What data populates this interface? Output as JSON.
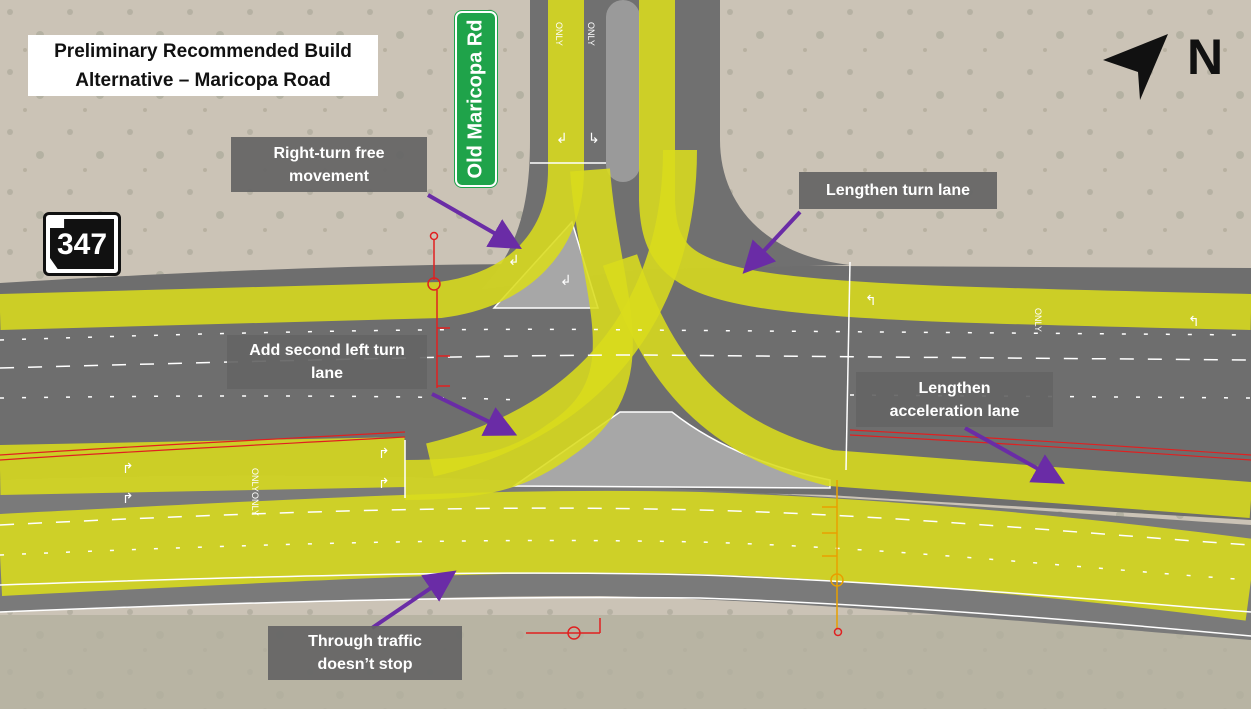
{
  "title": {
    "line1": "Preliminary Recommended Build",
    "line2": "Alternative – Maricopa Road"
  },
  "street_sign": "Old Maricopa Rd",
  "route_shield": "347",
  "north_label": "N",
  "callouts": {
    "right_turn": {
      "line1": "Right-turn free",
      "line2": "movement"
    },
    "turn_lane": {
      "line1": "Lengthen turn lane"
    },
    "second_left": {
      "line1": "Add second left turn",
      "line2": "lane"
    },
    "acceleration": {
      "line1": "Lengthen",
      "line2": "acceleration lane"
    },
    "through": {
      "line1": "Through traffic",
      "line2": "doesn’t stop"
    }
  },
  "pavement_text": "ONLY",
  "colors": {
    "highlight": "#d9dc1c",
    "pavement": "#7a7a7a",
    "terrain": "#c9c2b5",
    "callout_bg": "#646464",
    "arrow": "#6a2ca6",
    "signal": "#e02020",
    "sign_green": "#1fa34a"
  },
  "icons": [
    "north-arrow-icon",
    "route-shield-icon",
    "signal-pole-icon",
    "turn-arrow-icon"
  ]
}
